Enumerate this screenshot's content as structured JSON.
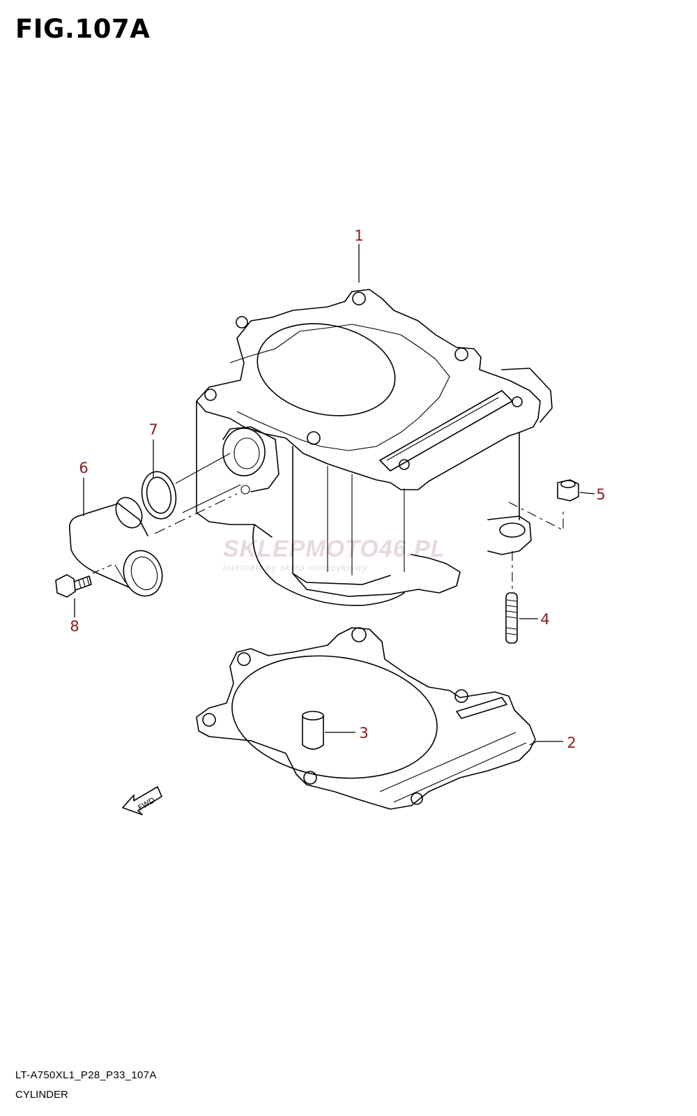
{
  "figure": {
    "title": "FIG.107A"
  },
  "footer": {
    "model_code": "LT-A750XL1_P28_P33_107A",
    "section_name": "CYLINDER"
  },
  "callouts": [
    "1",
    "2",
    "3",
    "4",
    "5",
    "6",
    "7",
    "8"
  ],
  "fwd_label": "FWD",
  "watermark": {
    "main": "SKLEPMOTO46.PL",
    "sub": "internetowy sklep motocyklowy"
  },
  "colors": {
    "callout": "#8b1a1a",
    "line": "#000000",
    "watermark": "#e7dada"
  }
}
